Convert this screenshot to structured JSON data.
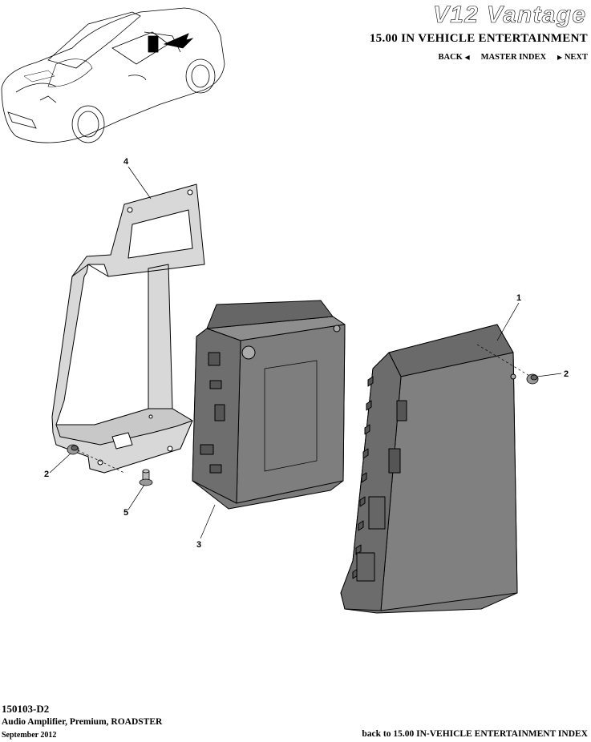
{
  "header": {
    "logo_text": "V12 Vantage",
    "section_title": "15.00 IN VEHICLE ENTERTAINMENT",
    "nav": {
      "back": "BACK",
      "master_index": "MASTER INDEX",
      "next": "NEXT"
    }
  },
  "diagram": {
    "callouts": [
      "1",
      "2",
      "2",
      "3",
      "4",
      "5"
    ]
  },
  "footer": {
    "reference": "150103-D2",
    "description": "Audio Amplifier, Premium, ROADSTER",
    "date": "September 2012",
    "back_link": "back to 15.00 IN-VEHICLE ENTERTAINMENT INDEX"
  }
}
